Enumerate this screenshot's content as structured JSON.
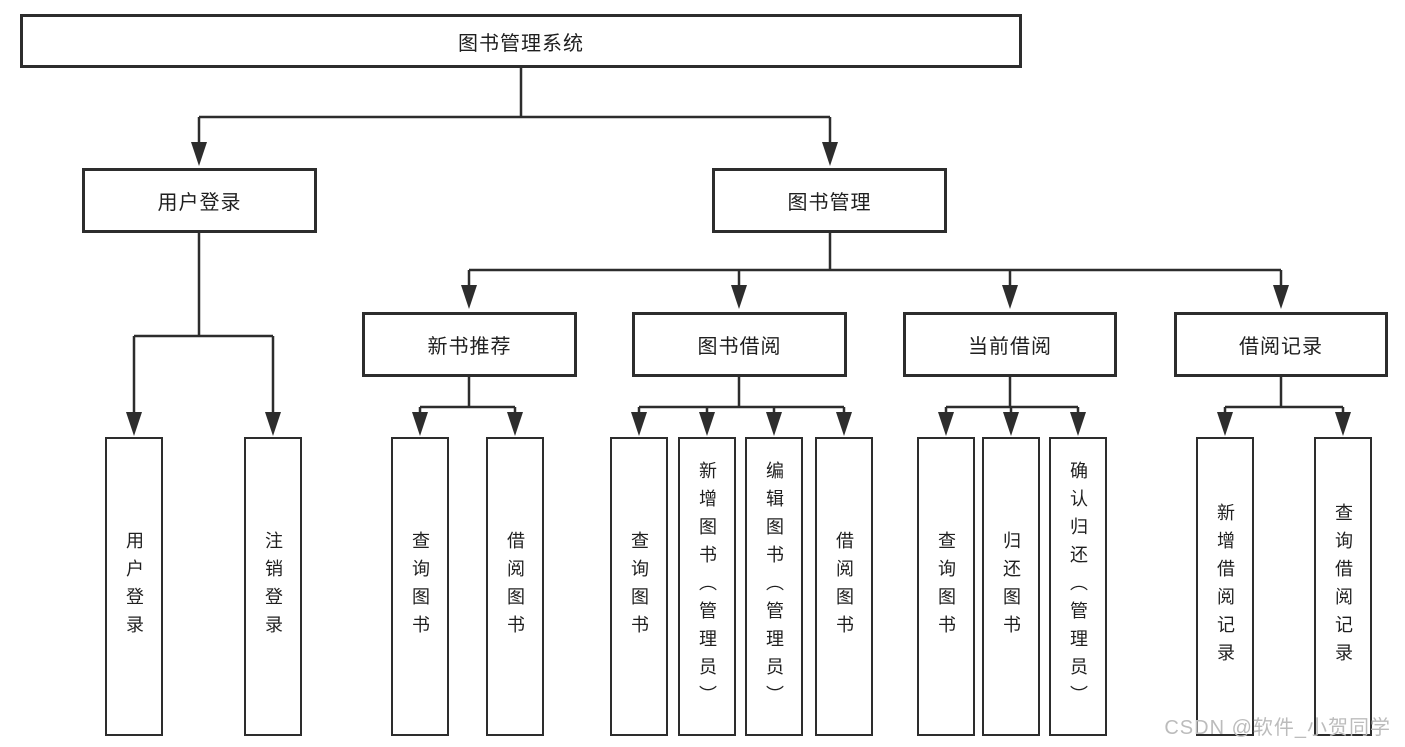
{
  "nodes": {
    "root": "图书管理系统",
    "user_login": "用户登录",
    "book_mgmt": "图书管理",
    "new_book_rec": "新书推荐",
    "book_borrow": "图书借阅",
    "current_borrow": "当前借阅",
    "borrow_records": "借阅记录"
  },
  "leaves": {
    "login": [
      "用户登录",
      "注销登录"
    ],
    "recommend": [
      "查询图书",
      "借阅图书"
    ],
    "borrow": [
      "查询图书",
      "新增图书（管理员）",
      "编辑图书（管理员）",
      "借阅图书"
    ],
    "current": [
      "查询图书",
      "归还图书",
      "确认归还（管理员）"
    ],
    "records": [
      "新增借阅记录",
      "查询借阅记录"
    ]
  },
  "watermark": "CSDN @软件_小贺同学",
  "colors": {
    "line": "#2d2d2d",
    "text": "#1f1f1f",
    "watermark": "#bcbcbc",
    "background": "#ffffff"
  }
}
